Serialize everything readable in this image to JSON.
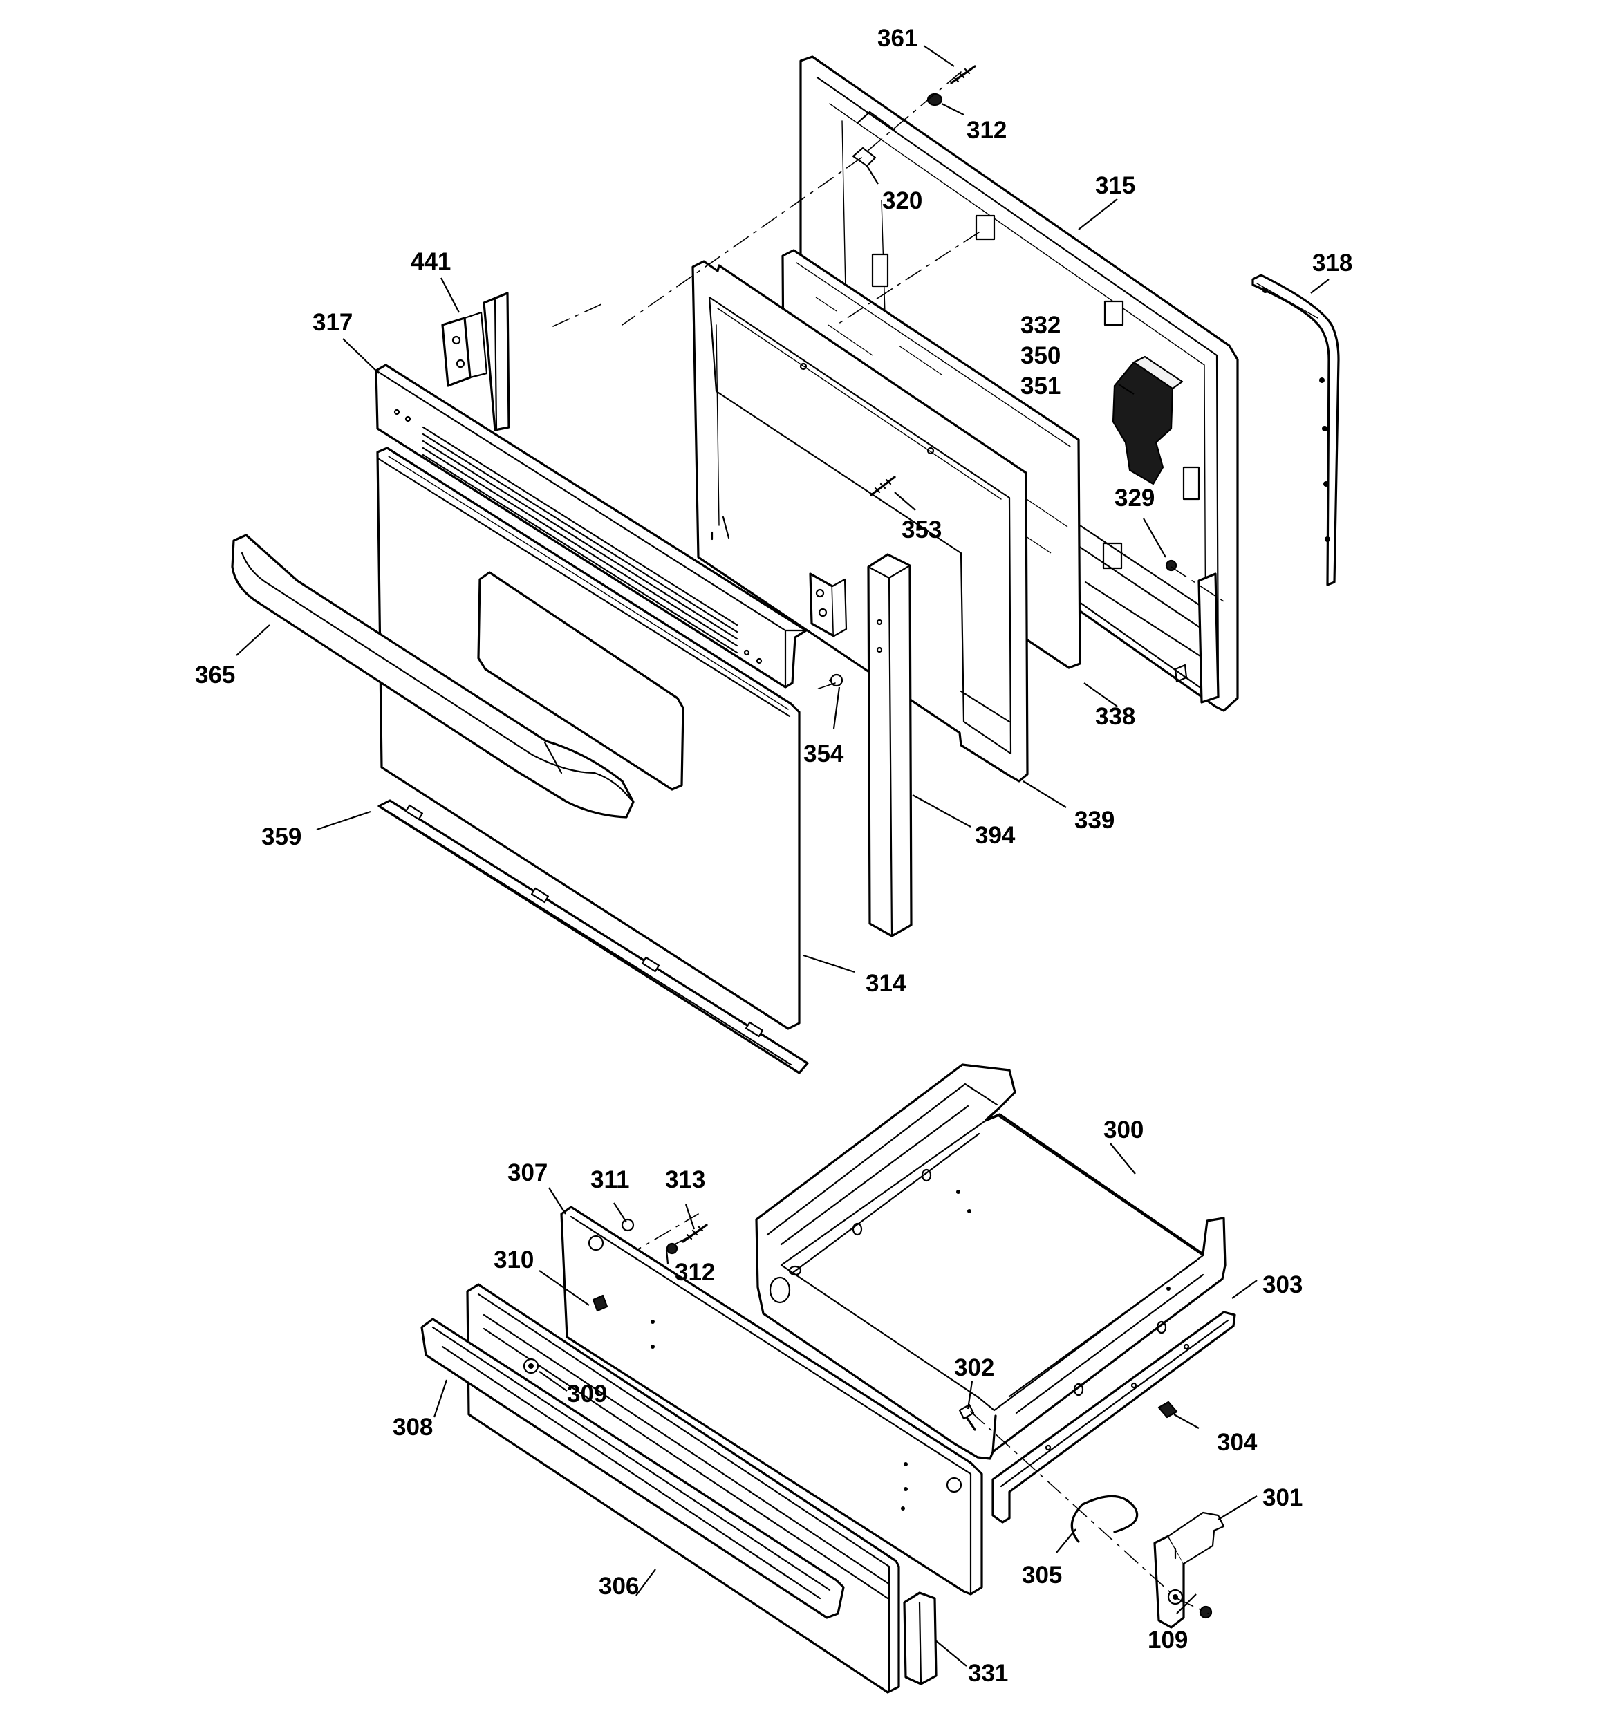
{
  "diagram": {
    "labels": {
      "p361": "361",
      "p312a": "312",
      "p320": "320",
      "p315": "315",
      "p441": "441",
      "p318": "318",
      "p317": "317",
      "p332": "332",
      "p350": "350",
      "p351": "351",
      "p329": "329",
      "p353": "353",
      "p365": "365",
      "p338": "338",
      "p354": "354",
      "p339": "339",
      "p394": "394",
      "p359": "359",
      "p314": "314",
      "p300": "300",
      "p307": "307",
      "p311": "311",
      "p313": "313",
      "p312b": "312",
      "p310": "310",
      "p303": "303",
      "p302": "302",
      "p309": "309",
      "p308": "308",
      "p304": "304",
      "p301": "301",
      "p305": "305",
      "p306": "306",
      "p109": "109",
      "p331": "331"
    }
  }
}
